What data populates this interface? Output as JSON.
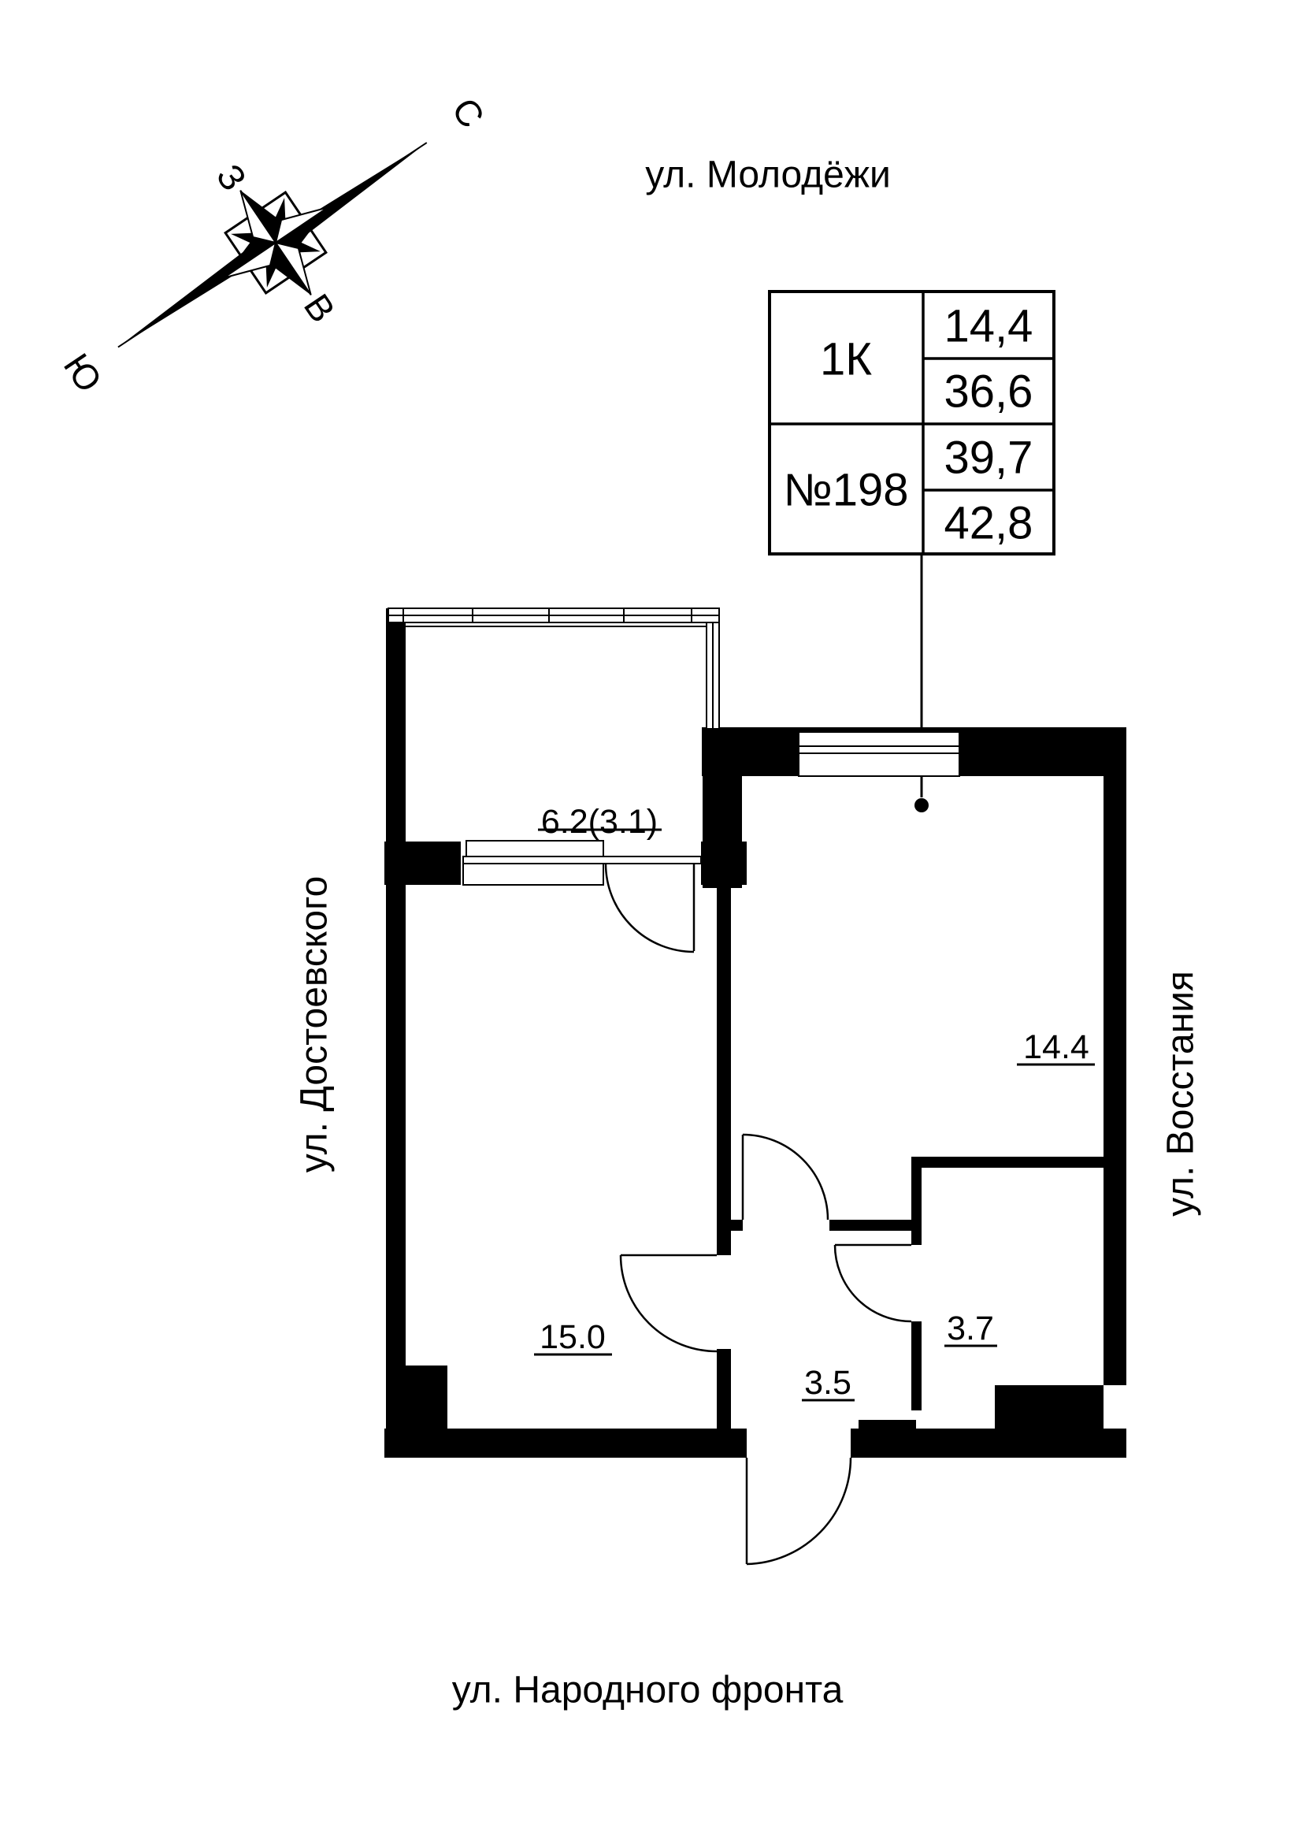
{
  "page": {
    "kind": "apartment floor plan",
    "colors": {
      "ink": "#000000",
      "paper": "#ffffff"
    }
  },
  "streets": {
    "top": "ул. Молодёжи",
    "bottom": "ул. Народного фронта",
    "left": "ул. Достоевского",
    "right": "ул. Восстания"
  },
  "info_table": {
    "apartment_type": "1К",
    "apartment_number": "№198",
    "values": [
      "14,4",
      "36,6",
      "39,7",
      "42,8"
    ]
  },
  "rooms": {
    "balcony_area": "6.2(3.1)",
    "living_area": "15.0",
    "bedroom_area": "14.4",
    "hall_area": "3.5",
    "bathroom_area": "3.7"
  },
  "compass": {
    "north": "С",
    "south": "Ю",
    "west": "З",
    "east": "В"
  }
}
